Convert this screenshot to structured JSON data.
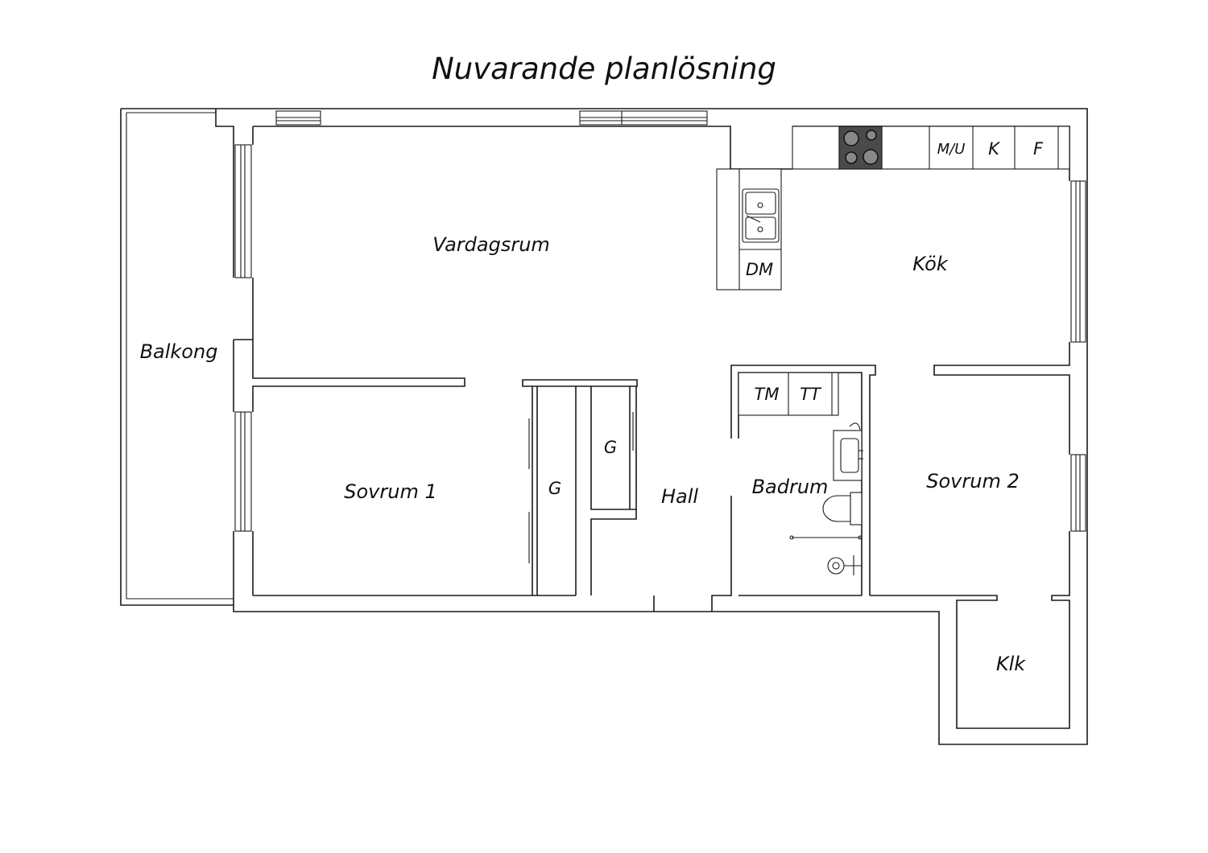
{
  "title": "Nuvarande planlösning",
  "rooms": {
    "balkong": "Balkong",
    "vardagsrum": "Vardagsrum",
    "kok": "Kök",
    "sovrum1": "Sovrum 1",
    "sovrum2": "Sovrum 2",
    "hall": "Hall",
    "badrum": "Badrum",
    "klk": "Klk"
  },
  "fixtures": {
    "dishwasher": "DM",
    "microwave": "M/U",
    "fridge": "K",
    "freezer": "F",
    "washing_machine": "TM",
    "dryer": "TT",
    "wardrobe_1": "G",
    "wardrobe_2": "G"
  },
  "colors": {
    "line": "#1a1a1a",
    "stovetop": "#4a4a4a",
    "background": "#ffffff"
  },
  "icons": [
    "window-icon",
    "sink-icon",
    "stovetop-icon",
    "toilet-icon",
    "shower-icon",
    "washbasin-icon",
    "door-icon"
  ]
}
